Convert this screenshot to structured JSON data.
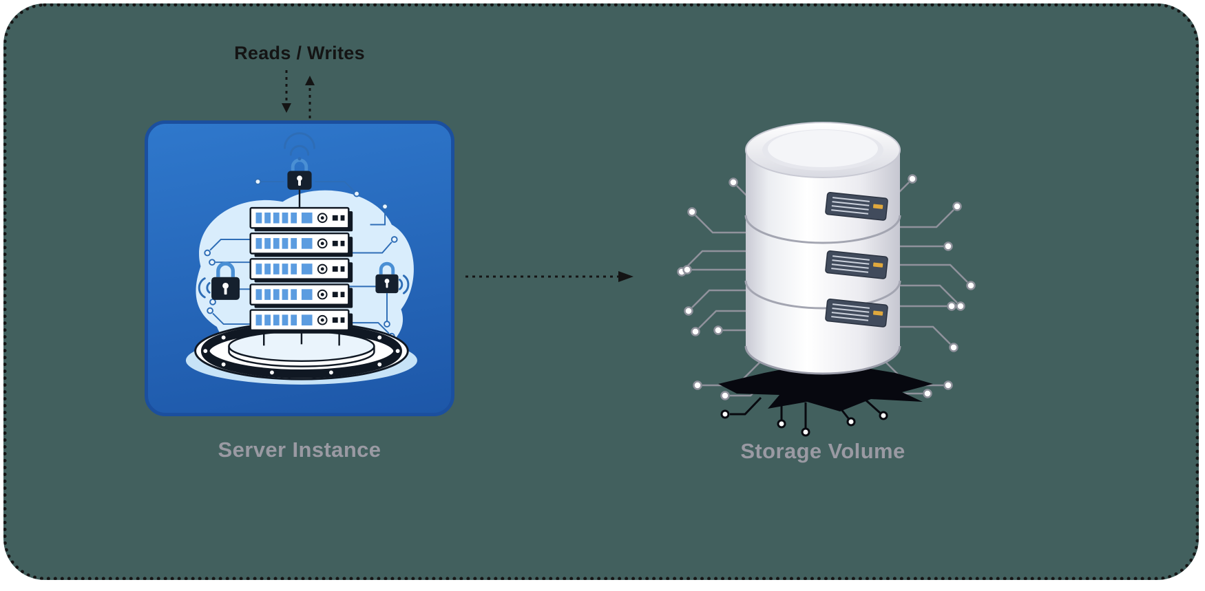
{
  "theme": {
    "page_bg": "#ffffff",
    "frame_bg": "#42605e",
    "frame_border": "#161616",
    "card_border": "#1b4f9e",
    "card_bg_top": "#2f78cc",
    "card_bg_bottom": "#1d57a8",
    "label_color": "#9a9aa3",
    "arrow_color": "#141414",
    "trace_gray": "#90929c",
    "accent_blue": "#4a8fd4",
    "led_yellow": "#e0a83d"
  },
  "labels": {
    "reads_writes": "Reads / Writes",
    "server_instance": "Server Instance",
    "storage_volume": "Storage Volume"
  },
  "icons": {
    "server_instance_illustration": "secure-server-rack",
    "storage_volume_illustration": "database-cylinder-circuits",
    "reads_writes_arrows": "bidirectional-dashed-arrows",
    "flow_arrow": "dashed-right-arrow"
  }
}
